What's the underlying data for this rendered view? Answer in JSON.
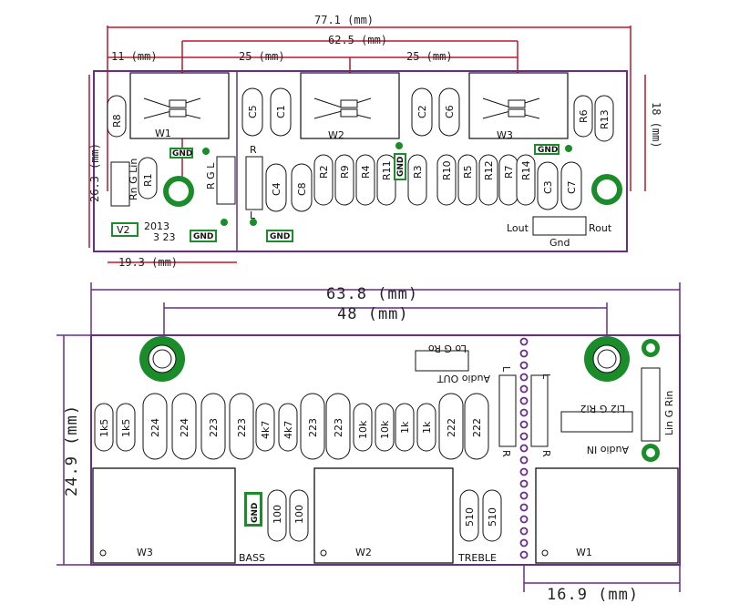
{
  "colors": {
    "outline": "#6a2c8a",
    "dimension": "#c0162c",
    "component": "#1a8c2a",
    "text": "#111111"
  },
  "board1": {
    "dimensions": {
      "total_width": "77.1 (mm)",
      "pot_span": "62.5 (mm)",
      "pot_pitch_left": "25 (mm)",
      "pot_pitch_right": "25 (mm)",
      "edge_offset": "11 (mm)",
      "height": "26.3 (mm)",
      "right_height": "18 (mm)",
      "bottom_offset": "19.3 (mm)"
    },
    "pots": [
      "W1",
      "W2",
      "W3"
    ],
    "resistors_left": [
      "R8",
      "R1"
    ],
    "resistors_right": [
      "R6",
      "R13"
    ],
    "capacitors": [
      "C5",
      "C1",
      "C2",
      "C6",
      "C4",
      "C8",
      "C3",
      "C7"
    ],
    "resistor_bank_left": [
      "R2",
      "R9",
      "R4",
      "R11",
      "R3"
    ],
    "resistor_bank_right": [
      "R10",
      "R5",
      "R12",
      "R7",
      "R14"
    ],
    "input_connector_label": "Rn G Lin",
    "rgl_label": "R G L",
    "connector_r": "R",
    "connector_l": "L",
    "gnd": "GND",
    "version": "V2",
    "date_line1": "2013",
    "date_line2": "3  23",
    "output_left": "Lout",
    "output_right": "Rout",
    "output_gnd": "Gnd"
  },
  "board2": {
    "dimensions": {
      "width": "63.8 (mm)",
      "pot_span": "48 (mm)",
      "height": "24.9 (mm)",
      "right_offset": "16.9 (mm)"
    },
    "components": [
      "1k5",
      "1k5",
      "224",
      "224",
      "223",
      "223",
      "4k7",
      "4k7",
      "223",
      "223",
      "10k",
      "10k",
      "1k",
      "1k",
      "222",
      "222"
    ],
    "pots": [
      "W3",
      "W2",
      "W1"
    ],
    "bass": "BASS",
    "treble": "TREBLE",
    "gnd": "GND",
    "mid_resistors": [
      "100",
      "100"
    ],
    "treble_resistors": [
      "510",
      "510"
    ],
    "audio_out_label": "Audio OUT",
    "audio_out_pins": "Lo  G  Ro",
    "audio_in_label": "Audio IN",
    "audio_in_pins": "Li2 G Ri2",
    "right_input": "Lin G Rin",
    "label_l": "L",
    "label_r": "R"
  }
}
